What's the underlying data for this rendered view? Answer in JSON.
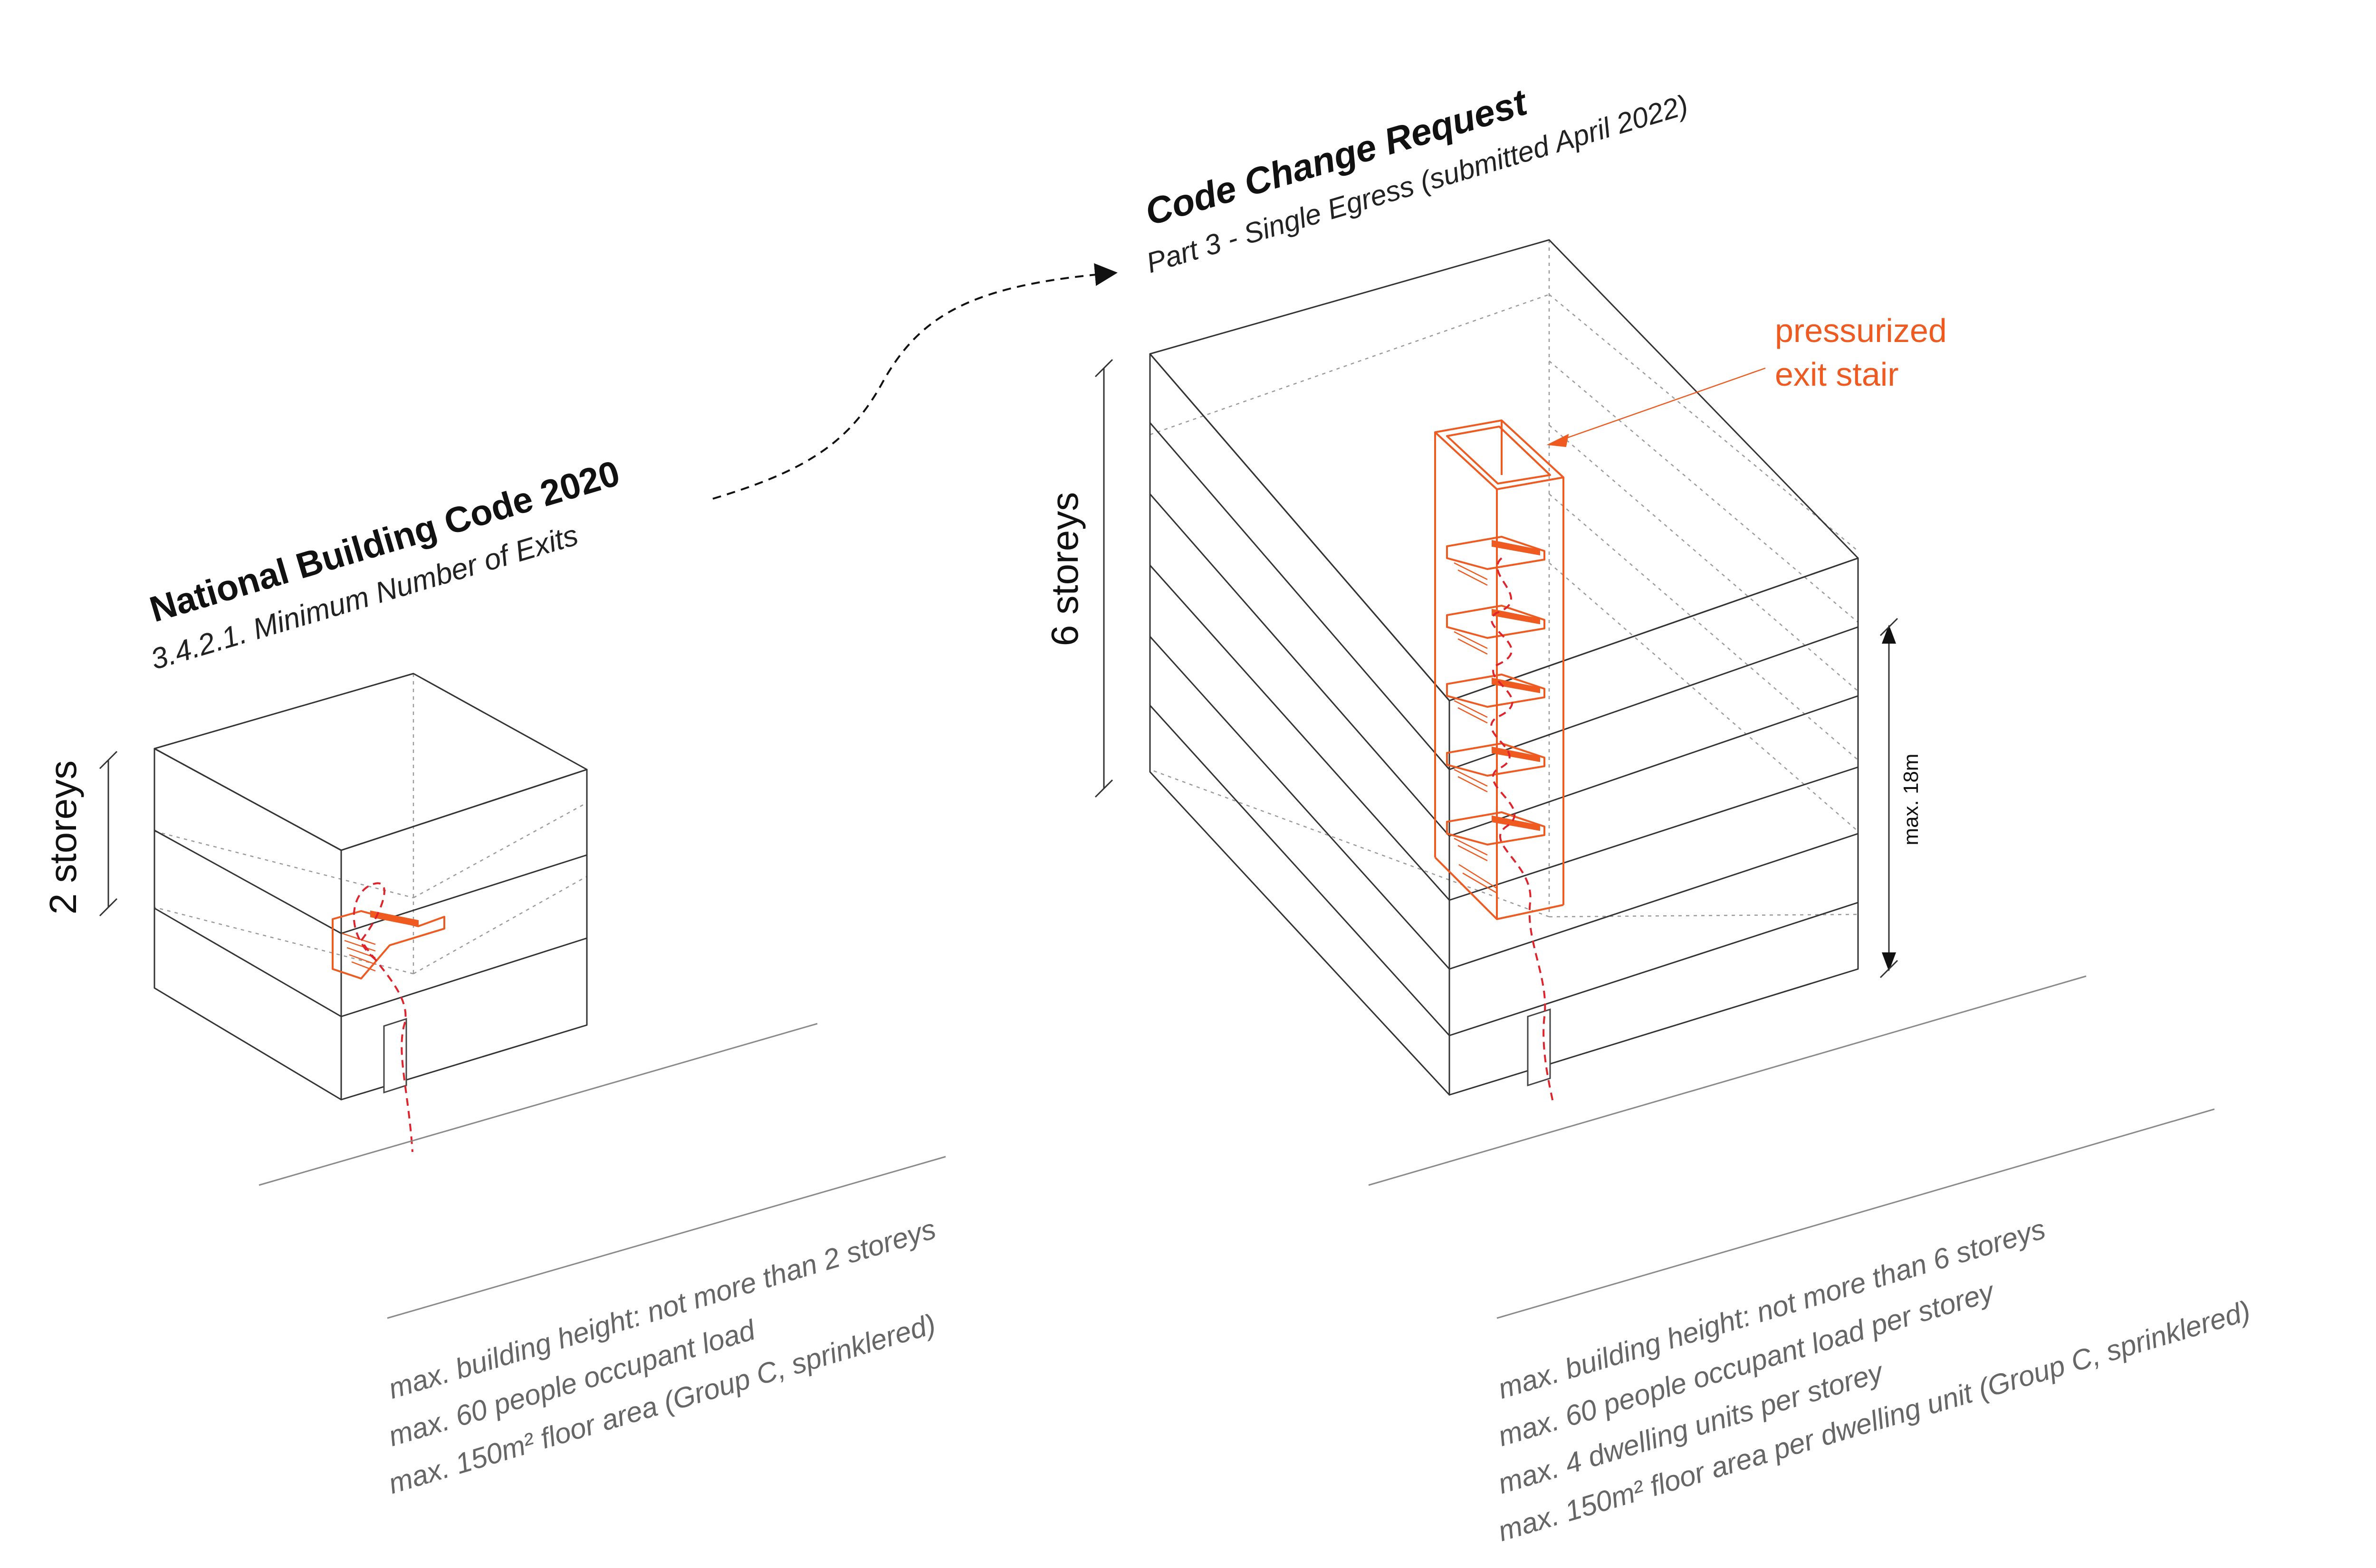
{
  "left": {
    "title": "National Building Code 2020",
    "subtitle": "3.4.2.1. Minimum Number of Exits",
    "storeys_label": "2 storeys",
    "notes": [
      "max. building height: not more than 2 storeys",
      "max. 60 people occupant load",
      "max. 150m² floor area (Group C, sprinklered)"
    ]
  },
  "right": {
    "title": "Code Change Request",
    "subtitle": "Part 3 - Single Egress (submitted April 2022)",
    "storeys_label": "6 storeys",
    "height_label": "max. 18m",
    "stair_label_line1": "pressurized",
    "stair_label_line2": "exit stair",
    "notes": [
      "max. building height: not more than 6 storeys",
      "max. 60 people occupant load per storey",
      "max. 4 dwelling units per storey",
      "max. 150m² floor area per dwelling unit (Group C, sprinklered)"
    ]
  },
  "colors": {
    "accent": "#ee5a20",
    "egress_path": "#e0222a",
    "building_lines": "#333333",
    "hidden_lines": "#9a9a9a",
    "notes": "#666666"
  }
}
